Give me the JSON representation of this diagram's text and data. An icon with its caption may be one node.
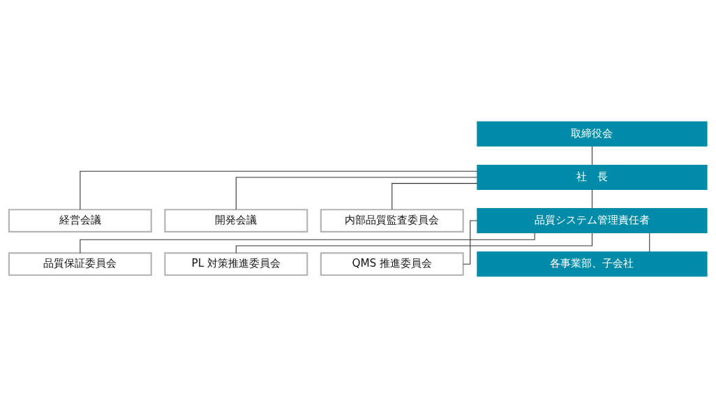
{
  "diagram": {
    "nodes": [
      {
        "text": [
          "取締役会"
        ]
      },
      {
        "text": [
          "社　長"
        ]
      },
      {
        "text": [
          "経営会議"
        ]
      },
      {
        "text": [
          "開発会議"
        ]
      },
      {
        "text": [
          "内部品質監査委員会"
        ]
      },
      {
        "text": [
          "品質システム管理責任者"
        ]
      },
      {
        "text": [
          "品質保証委員会"
        ]
      },
      {
        "text": [
          "PL 対策推進委員会"
        ]
      },
      {
        "text": [
          "QMS 推進委員会"
        ]
      },
      {
        "text": [
          "各事業部、子会社"
        ]
      }
    ],
    "edges": [
      {
        "from": 0,
        "to": 1,
        "arrow": "none"
      },
      {
        "from": 1,
        "to": 2,
        "arrow": "none"
      },
      {
        "from": 1,
        "to": 3,
        "arrow": "none"
      },
      {
        "from": 1,
        "to": 4,
        "arrow": "none"
      },
      {
        "from": 1,
        "to": 5,
        "arrow": "none"
      },
      {
        "from": 5,
        "to": 6,
        "arrow": "none"
      },
      {
        "from": 5,
        "to": 7,
        "arrow": "none"
      },
      {
        "from": 5,
        "to": 8,
        "arrow": "none"
      },
      {
        "from": 5,
        "to": 9,
        "arrow": "none"
      }
    ]
  }
}
